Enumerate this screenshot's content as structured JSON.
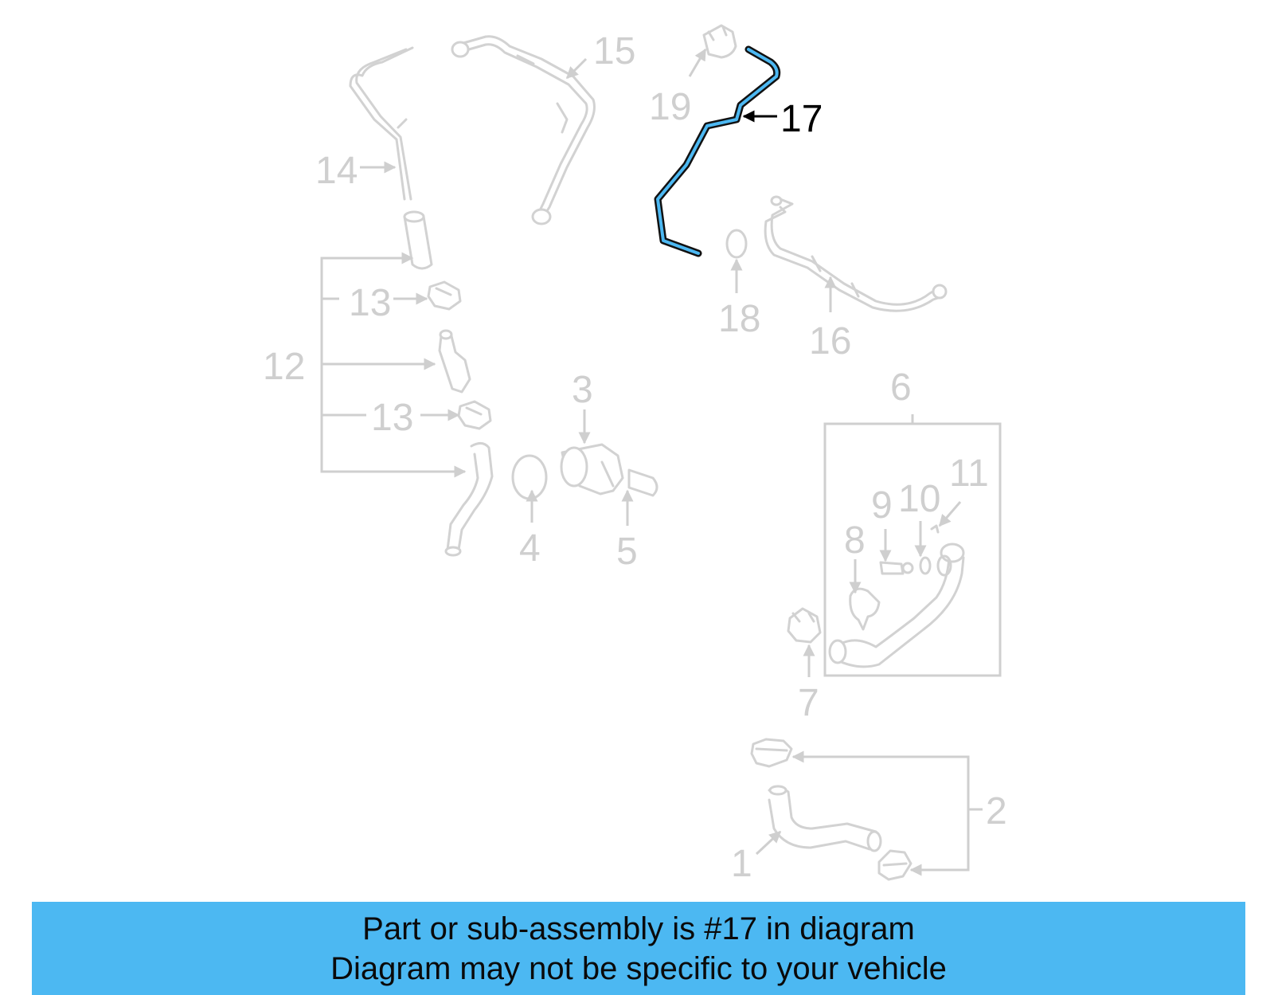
{
  "callouts": {
    "c1": "1",
    "c2": "2",
    "c3": "3",
    "c4": "4",
    "c5": "5",
    "c6": "6",
    "c7": "7",
    "c8": "8",
    "c9": "9",
    "c10": "10",
    "c11": "11",
    "c12": "12",
    "c13a": "13",
    "c13b": "13",
    "c14": "14",
    "c15": "15",
    "c16": "16",
    "c17": "17",
    "c18": "18",
    "c19": "19"
  },
  "highlight": {
    "part_number": "17",
    "highlight_color": "#4cb8f2",
    "muted_color": "#d2d2d2"
  },
  "banner": {
    "line1": "Part or sub-assembly is #17 in diagram",
    "line2": "Diagram may not be specific to your vehicle",
    "background": "#4cb8f2"
  }
}
